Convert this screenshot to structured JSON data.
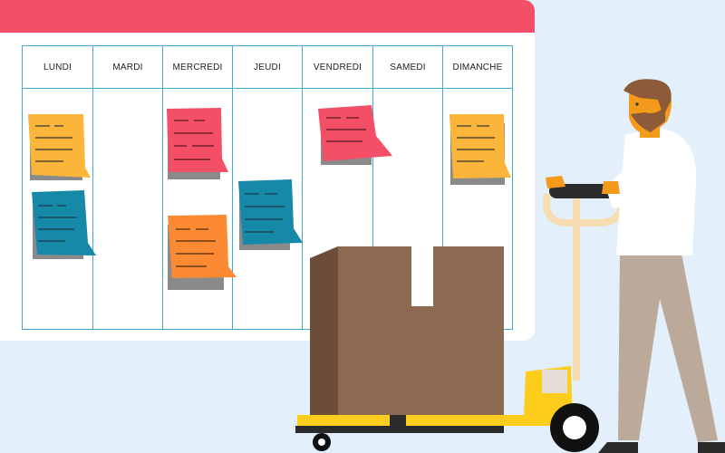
{
  "calendar": {
    "days": [
      {
        "label": "LUNDI"
      },
      {
        "label": "MARDI"
      },
      {
        "label": "MERCREDI"
      },
      {
        "label": "JEUDI"
      },
      {
        "label": "VENDREDI"
      },
      {
        "label": "SAMEDI"
      },
      {
        "label": "DIMANCHE"
      }
    ]
  },
  "colors": {
    "background": "#e3effb",
    "header": "#f34f67",
    "grid_line": "#45a6d8",
    "note_yellow": "#fbb53a",
    "note_blue": "#1689a8",
    "note_pink": "#f34f67",
    "note_orange": "#fb8a33",
    "box": "#8e6951",
    "pallet_jack": "#fccd1a"
  },
  "icons": {
    "notes": "sticky-note-icon",
    "box": "cardboard-box-icon",
    "jack": "pallet-jack-icon",
    "person": "worker-illustration"
  }
}
